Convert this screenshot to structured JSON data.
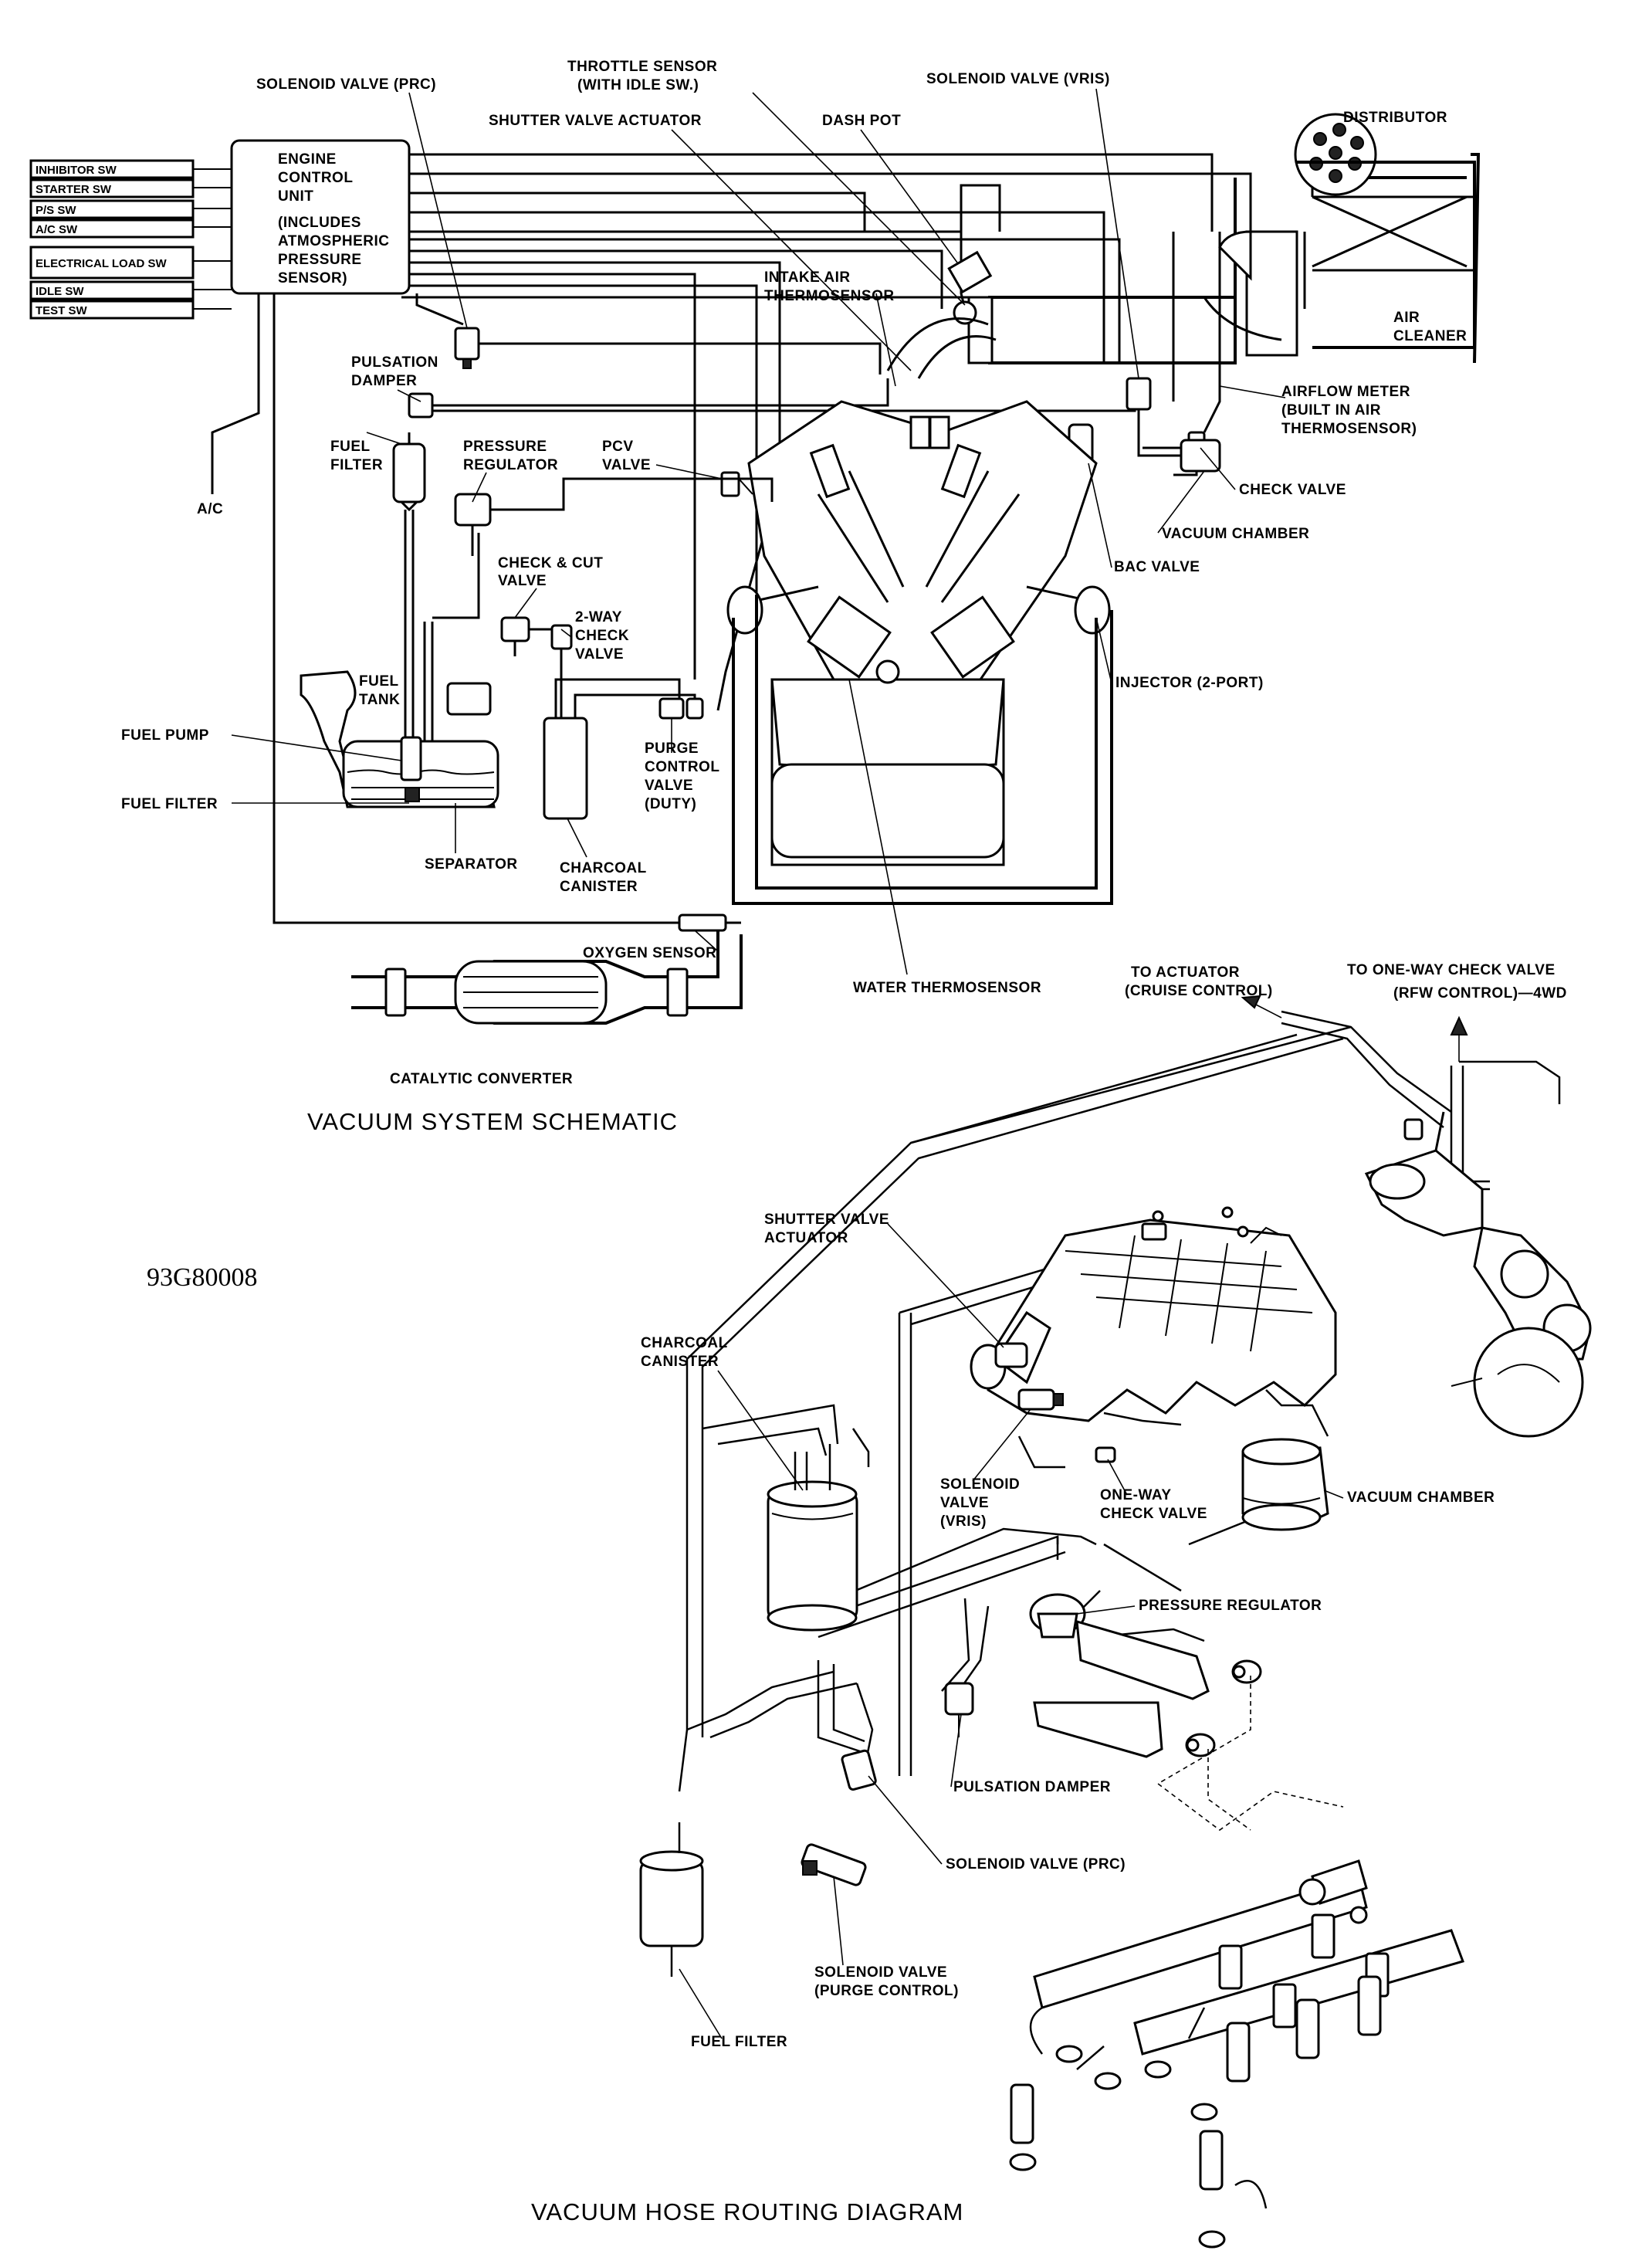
{
  "schematic": {
    "title": "VACUUM SYSTEM SCHEMATIC",
    "ecu_label": [
      "ENGINE",
      "CONTROL",
      "UNIT",
      "(INCLUDES",
      "ATMOSPHERIC",
      "PRESSURE",
      "SENSOR)"
    ],
    "switches": [
      "INHIBITOR SW",
      "STARTER SW",
      "P/S SW",
      "A/C SW",
      "ELECTRICAL LOAD SW",
      "IDLE SW",
      "TEST SW"
    ],
    "labels": {
      "solenoid_prc": "SOLENOID VALVE (PRC)",
      "throttle_sensor_1": "THROTTLE SENSOR",
      "throttle_sensor_2": "(WITH IDLE SW.)",
      "shutter_valve": "SHUTTER VALVE ACTUATOR",
      "solenoid_vris": "SOLENOID VALVE (VRIS)",
      "dash_pot": "DASH POT",
      "distributor": "DISTRIBUTOR",
      "intake_air_1": "INTAKE AIR",
      "intake_air_2": "THERMOSENSOR",
      "air_cleaner_1": "AIR",
      "air_cleaner_2": "CLEANER",
      "pulsation_1": "PULSATION",
      "pulsation_2": "DAMPER",
      "airflow_1": "AIRFLOW METER",
      "airflow_2": "(BUILT IN AIR",
      "airflow_3": "THERMOSENSOR)",
      "fuel_filter_1": "FUEL",
      "fuel_filter_2": "FILTER",
      "pressure_reg_1": "PRESSURE",
      "pressure_reg_2": "REGULATOR",
      "pcv_1": "PCV",
      "pcv_2": "VALVE",
      "check_valve": "CHECK VALVE",
      "ac": "A/C",
      "vacuum_chamber": "VACUUM CHAMBER",
      "check_cut_1": "CHECK & CUT",
      "check_cut_2": "VALVE",
      "bac_valve": "BAC VALVE",
      "twoway_1": "2-WAY",
      "twoway_2": "CHECK",
      "twoway_3": "VALVE",
      "fuel_tank_1": "FUEL",
      "fuel_tank_2": "TANK",
      "injector": "INJECTOR (2-PORT)",
      "fuel_pump": "FUEL PUMP",
      "purge_1": "PURGE",
      "purge_2": "CONTROL",
      "purge_3": "VALVE",
      "purge_4": "(DUTY)",
      "fuel_filter_b": "FUEL FILTER",
      "separator": "SEPARATOR",
      "canister_1": "CHARCOAL",
      "canister_2": "CANISTER",
      "oxygen_sensor": "OXYGEN SENSOR",
      "water_thermo": "WATER THERMOSENSOR",
      "catalytic": "CATALYTIC CONVERTER"
    }
  },
  "figure_code": "93G80008",
  "routing": {
    "title": "VACUUM HOSE ROUTING DIAGRAM",
    "labels": {
      "to_actuator_1": "TO ACTUATOR",
      "to_actuator_2": "(CRUISE CONTROL)",
      "to_oneway_1": "TO ONE-WAY CHECK VALVE",
      "to_oneway_2": "(RFW CONTROL)—4WD",
      "shutter_1": "SHUTTER VALVE",
      "shutter_2": "ACTUATOR",
      "canister_1": "CHARCOAL",
      "canister_2": "CANISTER",
      "solenoid_vris_1": "SOLENOID",
      "solenoid_vris_2": "VALVE",
      "solenoid_vris_3": "(VRIS)",
      "oneway_1": "ONE-WAY",
      "oneway_2": "CHECK VALVE",
      "vacuum_chamber": "VACUUM CHAMBER",
      "pressure_reg": "PRESSURE REGULATOR",
      "pulsation": "PULSATION DAMPER",
      "solenoid_prc": "SOLENOID VALVE (PRC)",
      "solenoid_purge_1": "SOLENOID VALVE",
      "solenoid_purge_2": "(PURGE CONTROL)",
      "fuel_filter": "FUEL FILTER"
    }
  }
}
